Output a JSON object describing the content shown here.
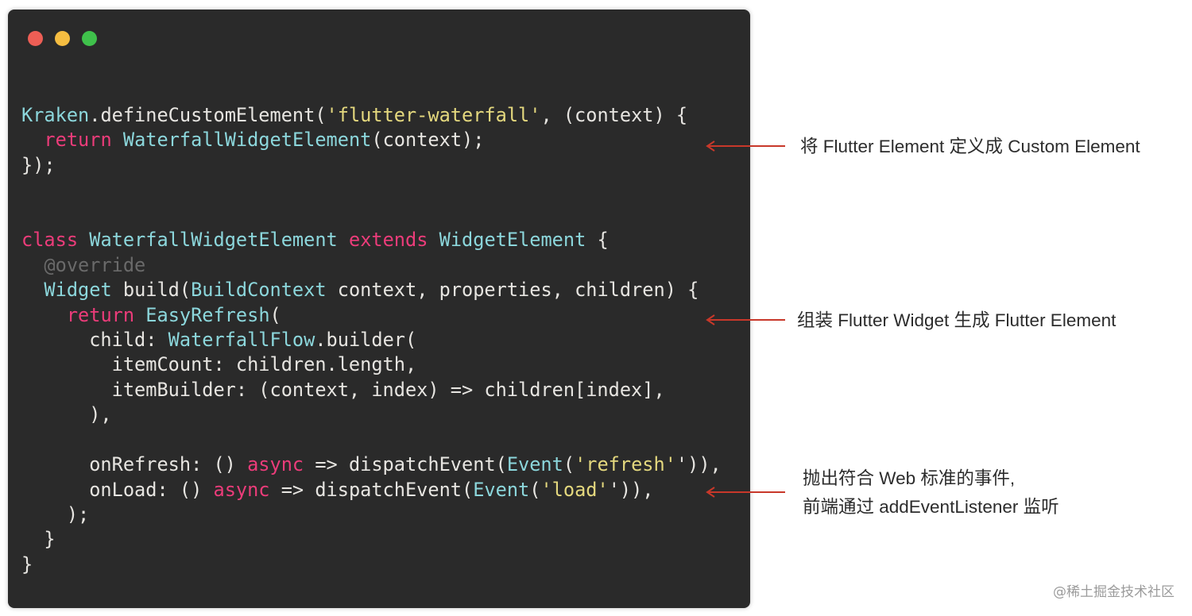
{
  "window": {
    "buttons": [
      "close",
      "minimize",
      "maximize"
    ],
    "colors": {
      "background": "#2a2a2a",
      "keyword": "#ec3c7a",
      "type": "#8cd7dc",
      "string": "#e4d87e",
      "annotation": "#6a6a6a",
      "text": "#e7e5e1"
    }
  },
  "code_lines": [
    [
      [
        "type",
        "Kraken"
      ],
      [
        "plain",
        ".defineCustomElement("
      ],
      [
        "str",
        "'flutter-waterfall'"
      ],
      [
        "plain",
        ", (context) {"
      ]
    ],
    [
      [
        "plain",
        "  "
      ],
      [
        "kw",
        "return"
      ],
      [
        "plain",
        " "
      ],
      [
        "type",
        "WaterfallWidgetElement"
      ],
      [
        "plain",
        "(context);"
      ]
    ],
    [
      [
        "plain",
        "});"
      ]
    ],
    [],
    [],
    [
      [
        "kw",
        "class"
      ],
      [
        "plain",
        " "
      ],
      [
        "type",
        "WaterfallWidgetElement"
      ],
      [
        "plain",
        " "
      ],
      [
        "kw",
        "extends"
      ],
      [
        "plain",
        " "
      ],
      [
        "type",
        "WidgetElement"
      ],
      [
        "plain",
        " {"
      ]
    ],
    [
      [
        "plain",
        "  "
      ],
      [
        "ann",
        "@override"
      ]
    ],
    [
      [
        "plain",
        "  "
      ],
      [
        "type",
        "Widget"
      ],
      [
        "plain",
        " build("
      ],
      [
        "type",
        "BuildContext"
      ],
      [
        "plain",
        " context, properties, children) {"
      ]
    ],
    [
      [
        "plain",
        "    "
      ],
      [
        "kw",
        "return"
      ],
      [
        "plain",
        " "
      ],
      [
        "type",
        "EasyRefresh"
      ],
      [
        "plain",
        "("
      ]
    ],
    [
      [
        "plain",
        "      child: "
      ],
      [
        "type",
        "WaterfallFlow"
      ],
      [
        "plain",
        ".builder("
      ]
    ],
    [
      [
        "plain",
        "        itemCount: children.length,"
      ]
    ],
    [
      [
        "plain",
        "        itemBuilder: (context, index) => children[index],"
      ]
    ],
    [
      [
        "plain",
        "      ),"
      ]
    ],
    [],
    [
      [
        "plain",
        "      onRefresh: () "
      ],
      [
        "kw",
        "async"
      ],
      [
        "plain",
        " => dispatchEvent("
      ],
      [
        "type",
        "Event"
      ],
      [
        "plain",
        "("
      ],
      [
        "str",
        "'refresh'"
      ],
      [
        "plain",
        "')),"
      ]
    ],
    [
      [
        "plain",
        "      onLoad: () "
      ],
      [
        "kw",
        "async"
      ],
      [
        "plain",
        " => dispatchEvent("
      ],
      [
        "type",
        "Event"
      ],
      [
        "plain",
        "("
      ],
      [
        "str",
        "'load'"
      ],
      [
        "plain",
        "')),"
      ]
    ],
    [
      [
        "plain",
        "    );"
      ]
    ],
    [
      [
        "plain",
        "  }"
      ]
    ],
    [
      [
        "plain",
        "}"
      ]
    ]
  ],
  "annotations": {
    "define": "将 Flutter Element 定义成 Custom Element",
    "assemble": "组装 Flutter Widget 生成 Flutter Element",
    "events_line1": "抛出符合 Web 标准的事件,",
    "events_line2": "前端通过 addEventListener 监听"
  },
  "arrow_color": "#c8382a",
  "watermark": "@稀土掘金技术社区"
}
